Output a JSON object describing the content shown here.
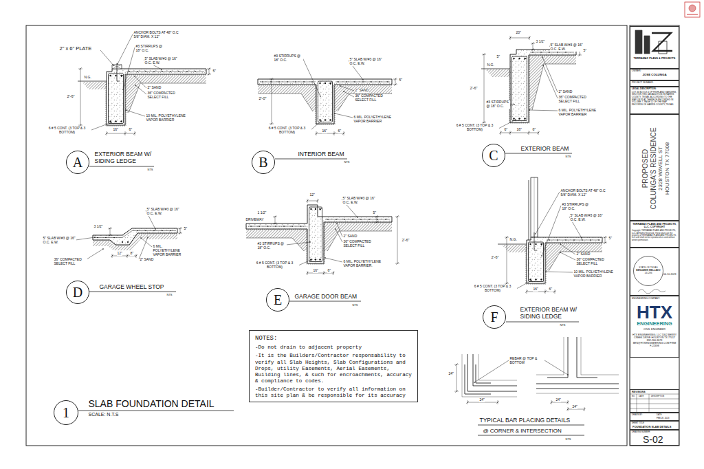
{
  "diagram": {
    "title": "SLAB FOUNDATION DETAIL",
    "nodes": [
      {
        "text": [
          "A"
        ]
      },
      {
        "text": [
          "B"
        ]
      },
      {
        "text": [
          "C"
        ]
      },
      {
        "text": [
          "D"
        ]
      },
      {
        "text": [
          "E"
        ]
      },
      {
        "text": [
          "F"
        ]
      },
      {
        "text": [
          "1"
        ]
      },
      {
        "text": [
          "NOTES:",
          "-Do not drain to adjacent property",
          "-It is the Builders/Contractor responsability to verify all Slab Heights, Slab Configurations and Drops, utility Easements, Aerial Easements, Building lines, & such for encroachments, accuracy & compliance to codes.",
          "-Builder/Contractor to verify all information on this site plan & be responsible for its accuracy"
        ]
      },
      {
        "text": [
          "TERRAMAX PLANS & PROJECTS"
        ]
      },
      {
        "text": [
          "OWNER:",
          "JOSE COLUNGA"
        ]
      },
      {
        "text": [
          "PROJECT NUMBER:"
        ]
      },
      {
        "text": [
          "LEGAL DESCRIPTION:",
          "LOT 46 BLOCK 6 OF HIGHLAND GARDENS, SECTION TWO, AN ADDITION IN HARRIS COUNTY, TEXAS, ACCORDING TO THE MAP OR PLAT THEREOF RECORDED IN VOLUME 7, PAGE 51 OF THE MAP RECORDS OF HARRIS COUNTY, TEXAS."
        ]
      },
      {
        "text": [
          "PROPOSED",
          "COLUNGA'S RESIDENCE",
          "2328 WAVELL ST",
          "HOUSTON TX 77008"
        ]
      },
      {
        "text": [
          "TERRAMAX PLANS AND PROJECTS, LLC. COPYRIGHT",
          "Copyright: TERRAMAX PLANS AND PROJECTS, LLC. All Rights Reserved. These plans are the property of TERRAMAX PLANS AND PROJECTS, LLC and shall not be reproduced or used without written permission."
        ]
      },
      {
        "text": [
          "04-10-2023"
        ]
      },
      {
        "text": [
          "STATE OF TEXAS",
          "BENJAMIN MELLADO",
          "141286"
        ],
        "in": 14
      },
      {
        "text": [
          "ENGINEERING COMPANY:",
          "HTX",
          "ENGINEERING",
          "CIVIL ENGINEER",
          "HTX ENGINEERING, LLC 5302 BERRY CREEK DRIVE HOUSTON TX 77017 832-260-3673 BEN@HTXENGINEERING.COM FIRM F-22698"
        ]
      },
      {
        "text": [
          "REVISIONS",
          "NO.",
          "DATE",
          "DESCRIPTION"
        ]
      },
      {
        "text": [
          "DRAWN BY:",
          "DATE:",
          "FEB 28, 2023"
        ]
      },
      {
        "text": [
          "SHEET TITLE:",
          "FOUNDATION SLAB DETAILS"
        ]
      },
      {
        "text": [
          "DRAWING NUMBER:",
          "S-02"
        ]
      }
    ],
    "labels": [
      "ANCHOR BOLTS AT 48\" O.C 5/8\" DIAM. X 12\"",
      "2\" x 6\" PLATE",
      "#3 STIRRUPS @ 18\" O.C.",
      "5\" SLAB W/#3 @ 16\" O.C. E.W.",
      "5\"",
      "N.G.",
      "2'-6\"",
      "2\" SAND",
      "36\" COMPACTED SELECT FILL",
      "10 MIL. POLYETHYLENE VAPOR BARRIER",
      "6 # 5 CONT. (3 TOP & 3 BOTTOM)",
      "16\"",
      "6\"",
      "EXTERIOR BEAM W/ SIDING LEDGE",
      "NTS",
      "#3 STIRRUPS @ 18\" O.C.",
      "5\" SLAB W/#3 @ 16\" O.C. E.W.",
      "5\"",
      "2'-0\"",
      "2\" SAND",
      "36\" COMPACTED SELECT FILL",
      "6 MIL. POLYETHYLENE VAPOR BARRIER",
      "6 # 5 CONT. (3 TOP & 3 BOTTOM)",
      "16\"",
      "6\"",
      "INTERIOR BEAM",
      "NTS",
      "20\"",
      "3 1/2\"",
      "5\"",
      "5\" SLAB W/#3 @ 16\" O.C. E.W.",
      "5\"",
      "N.G.",
      "2'-6\"",
      "2\" SAND",
      "36\" COMPACTED SELECT FILL",
      "#3 STIRRUPS @ 18\" O.C.",
      "6 MIL. POLYETHYLENE VAPOR BARRIER",
      "6 # 5 CONT. (3 TOP & 3 BOTTOM)",
      "6\"",
      "16\"",
      "6\"",
      "EXTERIOR BEAM",
      "NTS",
      "5\" SLAB W/#3 @ 16\" O.C. E.W.",
      "3 1/2\"",
      "5\"",
      "5\" SLAB W/#3 @ 16\" O.C. E.W.",
      "6 MIL. POLYETHYLENE VAPOR BARRIER",
      "12\"",
      "8\"",
      "36\" COMPACTED SELECT FILL",
      "2\" SAND",
      "GARAGE WHEEL STOP",
      "NTS",
      "12\"",
      "5\" SLAB W/#3 @ 16\" O.C. E.W.",
      "1 1/2\"",
      "DRIVEWAY",
      "5\"",
      "2'-6\"",
      "2\" SAND",
      "#3 STIRRUPS @ 18\" O.C.",
      "36\" COMPACTED SELECT FILL",
      "6 # 5 CONT. (3 TOP & 3 BOTTOM)",
      "6 MIL. POLYETHYLENE VAPOR BARRIER.",
      "16\"",
      "6\"",
      "GARAGE DOOR BEAM",
      "NTS",
      "ANCHOR BOLTS AT 48\" O.C 5/8\" DIAM. X 12\"",
      "#3 STIRRUPS @ 18\" O.C.",
      "5\" SLAB W/#3 @ 16\" O.C. E.W.",
      "5\"",
      "N.G.",
      "2'-6\"",
      "2\" SAND",
      "36\" COMPACTED SELECT FILL",
      "10 MIL. POLYETHYLENE VAPOR BARRIER",
      "6 # 5 CONT. (3 TOP & 3 BOTTOM)",
      "16\"",
      "6\"",
      "EXTERIOR BEAM W/ SIDING LEDGE",
      "NTS",
      "REBAR @ TOP & BOTTOM",
      "24\"",
      "24\"",
      "24\"",
      "24\"",
      "TYPICAL BAR PLACING DETAILS",
      "@ CORNER & INTERSECTION",
      "NTS",
      "SCALE: N.T.S"
    ]
  }
}
